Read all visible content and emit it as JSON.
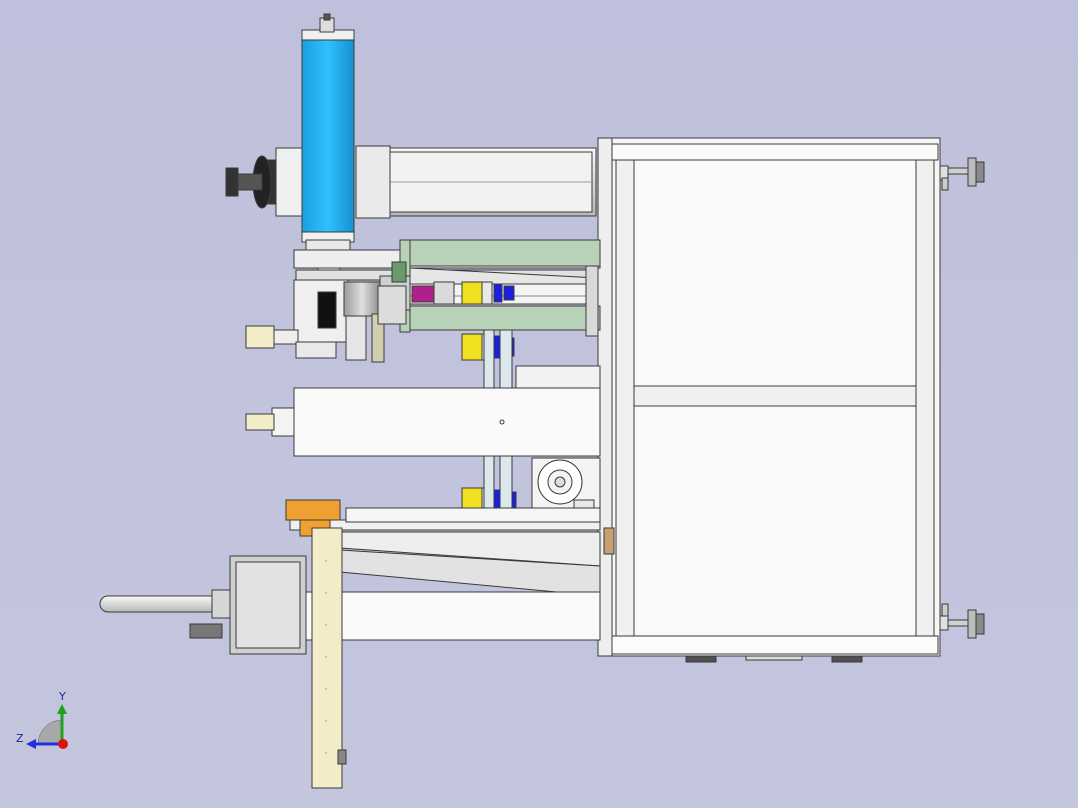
{
  "viewport": {
    "background": "#c0c2dc"
  },
  "colors": {
    "cylinder_blue": "#22b8f5",
    "panel_green": "#b8d2b8",
    "roller_yellow": "#f0e020",
    "roller_blue": "#1e1ee0",
    "accent_orange": "#f0a030",
    "accent_magenta": "#b0208a",
    "frame_white": "#f6f6f6",
    "line": "#3a3a3a",
    "rail_ivory": "#f2ecc8"
  },
  "triad": {
    "y_label": "Y",
    "z_label": "Z",
    "x_axis": "x-axis-dot",
    "y_color": "#20a020",
    "z_color": "#2030e0",
    "x_color": "#e01010"
  },
  "icons": {
    "triad": "coordinate-triad-icon"
  }
}
